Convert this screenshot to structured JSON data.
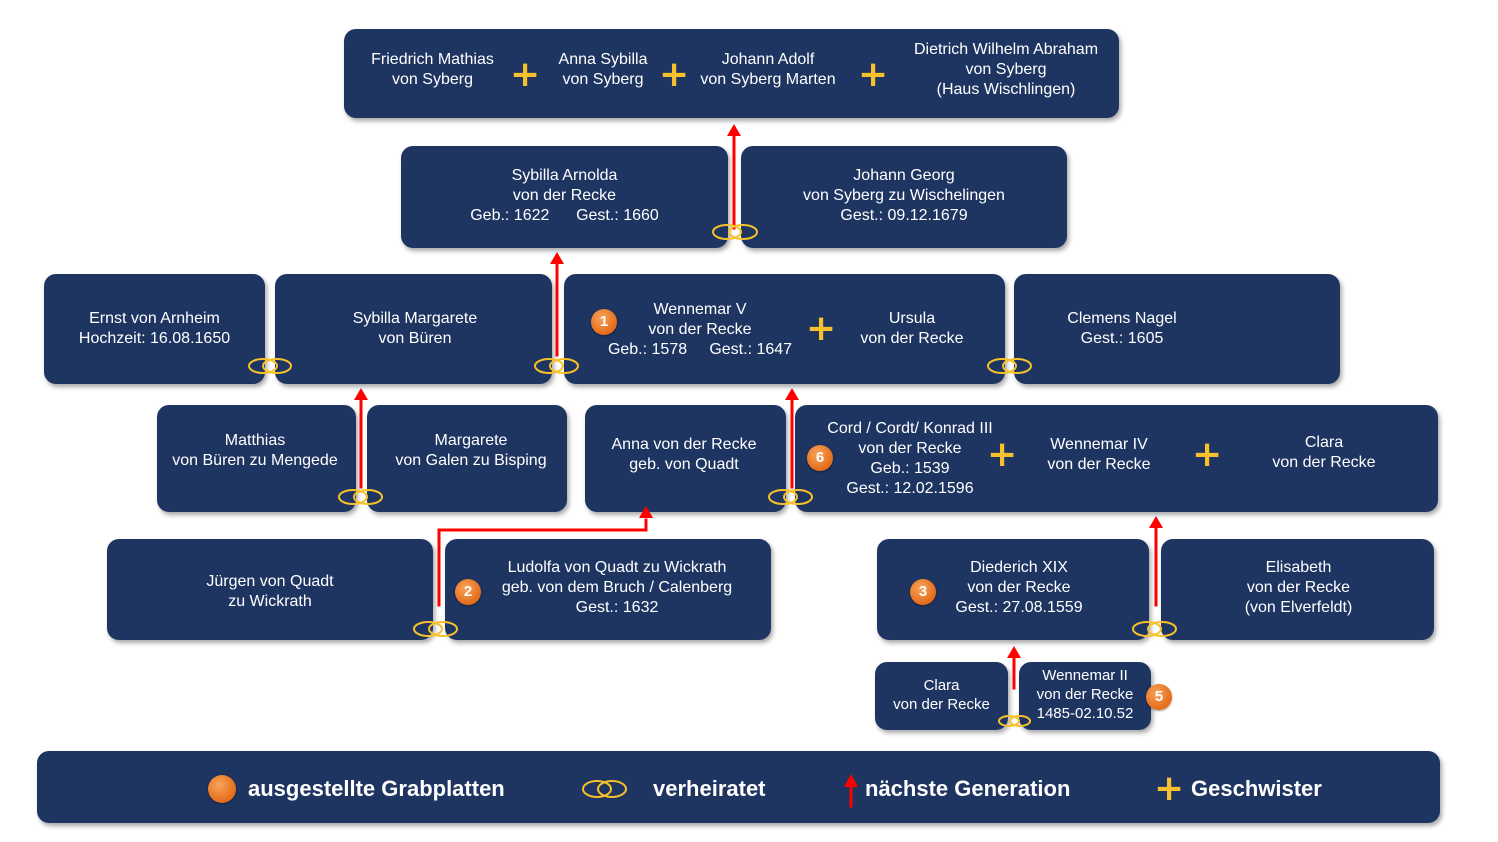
{
  "generations": {
    "top": {
      "col1": [
        "Friedrich Mathias",
        "von Syberg"
      ],
      "col2": [
        "Anna Sybilla",
        "von Syberg"
      ],
      "col3": [
        "Johann Adolf",
        "von Syberg Marten"
      ],
      "col4": [
        "Dietrich Wilhelm Abraham",
        "von Syberg",
        "(Haus Wischlingen)"
      ]
    },
    "sybilla_arnolda": [
      "Sybilla Arnolda",
      "von der Recke",
      "Geb.: 1622      Gest.: 1660"
    ],
    "johann_georg": [
      "Johann Georg",
      "von Syberg zu Wischelingen",
      "Gest.: 09.12.1679"
    ],
    "ernst": [
      "Ernst von Arnheim",
      "Hochzeit: 16.08.1650"
    ],
    "sybilla_margarete": [
      "Sybilla Margarete",
      "von Büren"
    ],
    "wennemar_v": [
      "Wennemar V",
      "von der Recke",
      "Geb.: 1578     Gest.: 1647"
    ],
    "ursula": [
      "Ursula",
      "von der Recke"
    ],
    "clemens": [
      "Clemens Nagel",
      "Gest.: 1605"
    ],
    "matthias": [
      "Matthias",
      "von Büren zu Mengede"
    ],
    "margarete": [
      "Margarete",
      "von Galen zu Bisping"
    ],
    "anna": [
      "Anna von der Recke",
      "geb. von Quadt"
    ],
    "cord": [
      "Cord / Cordt/ Konrad III",
      "von der Recke",
      "Geb.: 1539",
      "Gest.: 12.02.1596"
    ],
    "wennemar_iv": [
      "Wennemar IV",
      "von der Recke"
    ],
    "clara_iii": [
      "Clara",
      "von der Recke"
    ],
    "juergen": [
      "Jürgen von Quadt",
      "zu Wickrath"
    ],
    "ludolfa": [
      "Ludolfa von Quadt zu Wickrath",
      "geb. von dem Bruch / Calenberg",
      "Gest.: 1632"
    ],
    "diederich": [
      "Diederich XIX",
      "von der Recke",
      "Gest.: 27.08.1559"
    ],
    "elisabeth": [
      "Elisabeth",
      "von der Recke",
      "(von Elverfeldt)"
    ],
    "clara_ii": [
      "Clara",
      "von der Recke"
    ],
    "wennemar_ii": [
      "Wennemar II",
      "von der Recke",
      "1485-02.10.52"
    ]
  },
  "badges": {
    "wennemar_v": "1",
    "ludolfa": "2",
    "diederich": "3",
    "wennemar_ii": "5",
    "cord": "6"
  },
  "legend": {
    "grabplatten": "ausgestellte Grabplatten",
    "verheiratet": "verheiratet",
    "generation": "nächste Generation",
    "geschwister": "Geschwister"
  },
  "plus_symbol": "+",
  "colors": {
    "box": "#1e3461",
    "ring": "#f6c12a",
    "arrow": "#ff0000",
    "badge": "#e46c1a"
  }
}
